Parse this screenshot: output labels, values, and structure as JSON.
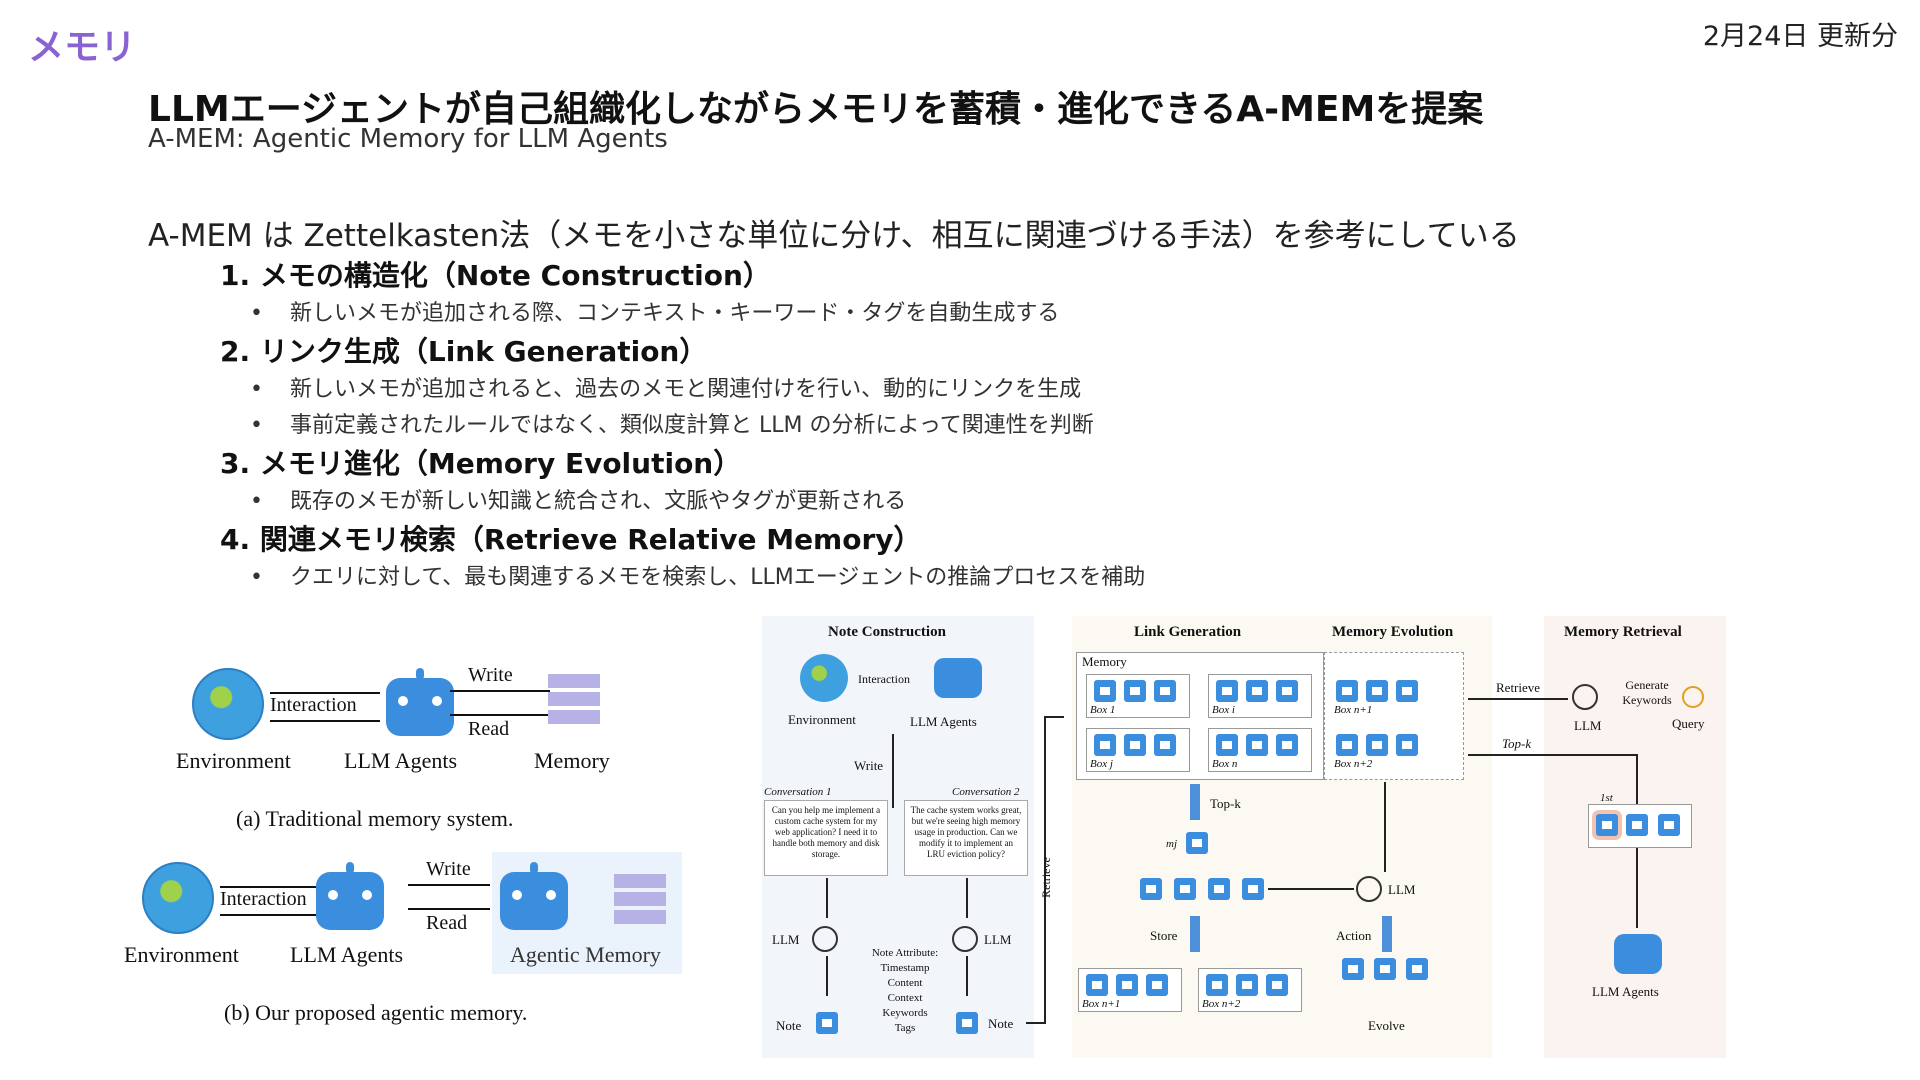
{
  "header": {
    "section_tag": "メモリ",
    "update_date": "2月24日 更新分",
    "title": "LLMエージェントが自己組織化しながらメモリを蓄積・進化できるA-MEMを提案",
    "subtitle": "A-MEM: Agentic Memory for LLM Agents"
  },
  "intro": "A-MEM は Zettelkasten法（メモを小さな単位に分け、相互に関連づける手法）を参考にしている",
  "points": [
    {
      "heading": "1. メモの構造化（Note Construction）",
      "bullets": [
        "新しいメモが追加される際、コンテキスト・キーワード・タグを自動生成する"
      ]
    },
    {
      "heading": "2. リンク生成（Link Generation）",
      "bullets": [
        "新しいメモが追加されると、過去のメモと関連付けを行い、動的にリンクを生成",
        "事前定義されたルールではなく、類似度計算と LLM の分析によって関連性を判断"
      ]
    },
    {
      "heading": "3. メモリ進化（Memory Evolution）",
      "bullets": [
        "既存のメモが新しい知識と統合され、文脈やタグが更新される"
      ]
    },
    {
      "heading": "4. 関連メモリ検索（Retrieve Relative Memory）",
      "bullets": [
        "クエリに対して、最も関連するメモを検索し、LLMエージェントの推論プロセスを補助"
      ]
    }
  ],
  "fig_left": {
    "a": {
      "interaction": "Interaction",
      "write": "Write",
      "read": "Read",
      "environment": "Environment",
      "llm_agents": "LLM Agents",
      "memory": "Memory",
      "caption": "(a)  Traditional memory system."
    },
    "b": {
      "interaction": "Interaction",
      "write": "Write",
      "read": "Read",
      "environment": "Environment",
      "llm_agents": "LLM Agents",
      "memory": "Agentic Memory",
      "caption": "(b)  Our proposed agentic memory."
    }
  },
  "fig_right": {
    "note_construction": {
      "title": "Note Construction",
      "interaction": "Interaction",
      "environment": "Environment",
      "llm_agents": "LLM Agents",
      "write": "Write",
      "conv1_title": "Conversation 1",
      "conv1_text": "Can you help me implement a custom cache system for my web application? I need it to handle both memory and disk storage.",
      "conv2_title": "Conversation 2",
      "conv2_text": "The cache system works great, but we're seeing high memory usage in production. Can we modify it to implement an LRU eviction policy?",
      "llm_left": "LLM",
      "llm_right": "LLM",
      "note_left": "Note",
      "note_right": "Note",
      "attributes": [
        "Note Attribute:",
        "Timestamp",
        "Content",
        "Context",
        "Keywords",
        "Tags"
      ],
      "retrieve": "Retrieve"
    },
    "link_generation": {
      "title": "Link Generation",
      "memory": "Memory",
      "box_1": "Box 1",
      "box_i": "Box i",
      "box_j": "Box j",
      "box_n": "Box n",
      "top_k": "Top-k",
      "m_j": "mj",
      "store": "Store",
      "box_n1": "Box n+1",
      "box_n2": "Box n+2"
    },
    "memory_evolution": {
      "title": "Memory Evolution",
      "box_n1": "Box n+1",
      "box_n2": "Box n+2",
      "llm": "LLM",
      "action": "Action",
      "evolve": "Evolve"
    },
    "memory_retrieval": {
      "title": "Memory Retrieval",
      "retrieve": "Retrieve",
      "generate_keywords": "Generate Keywords",
      "llm": "LLM",
      "query": "Query",
      "top_k": "Top-k",
      "first": "1st",
      "llm_agents": "LLM Agents"
    }
  },
  "colors": {
    "accent": "#8a63d2",
    "agent_blue": "#3b8ede",
    "memory_purple": "#b7b2e6",
    "panel_bg": "#f7f8fc"
  }
}
